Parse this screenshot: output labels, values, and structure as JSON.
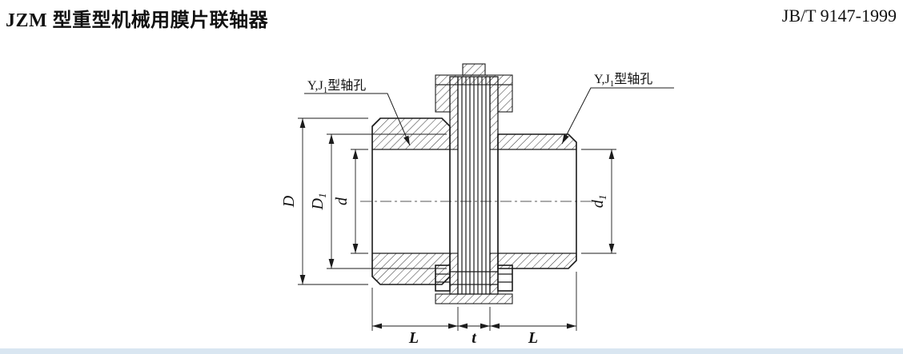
{
  "header": {
    "title": "JZM 型重型机械用膜片联轴器",
    "standard": "JB/T 9147-1999"
  },
  "diagram": {
    "shaft_hole_label": {
      "pre": "Y,J",
      "sub": "1",
      "post": "型轴孔"
    },
    "dimensions": {
      "D": "D",
      "D1": {
        "main": "D",
        "sub": "1"
      },
      "d": "d",
      "d1": {
        "main": "d",
        "sub": "1"
      },
      "L_left": "L",
      "t": "t",
      "L_right": "L"
    },
    "colors": {
      "line": "#1c1c1c",
      "background": "#ffffff",
      "footer_strip": "#d9e6f1"
    }
  }
}
